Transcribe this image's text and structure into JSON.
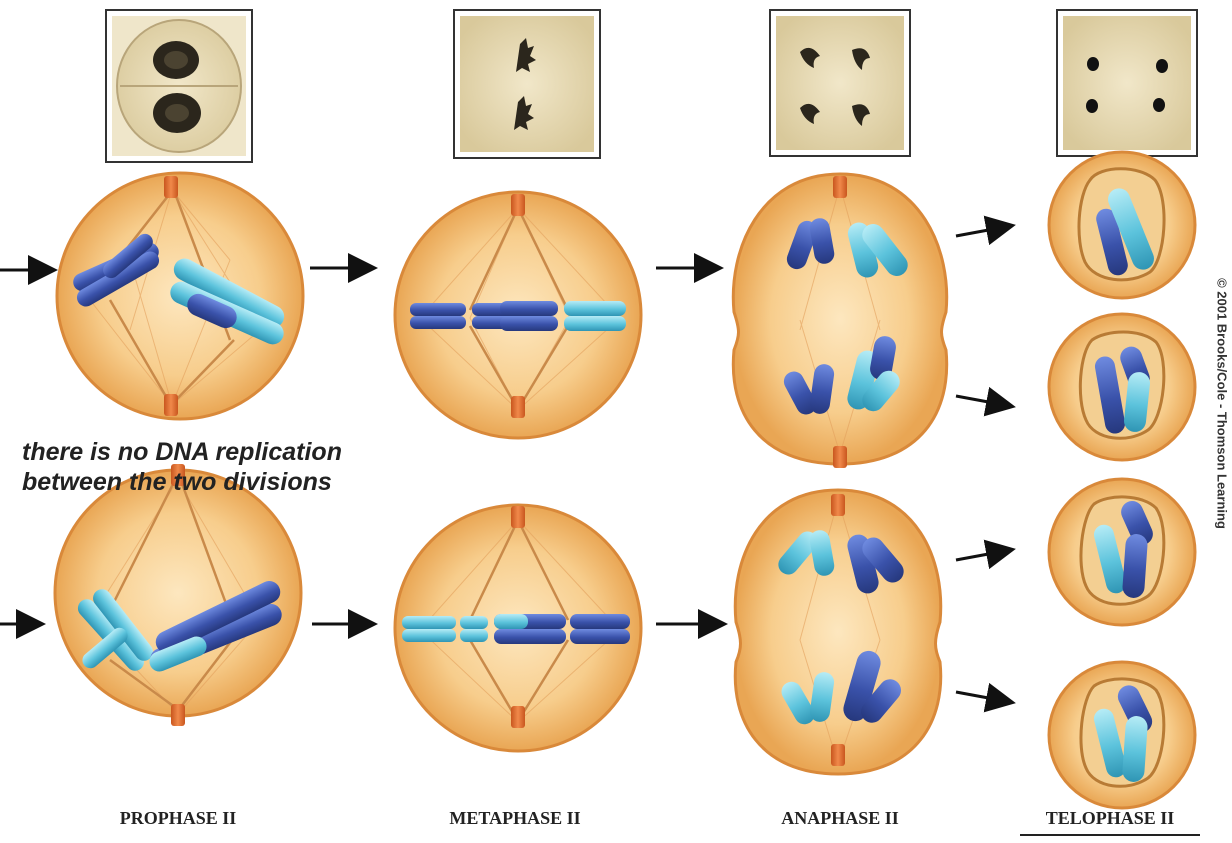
{
  "note": {
    "line1": "there is no DNA replication",
    "line2": "between the two divisions"
  },
  "phases": [
    {
      "label": "PROPHASE II"
    },
    {
      "label": "METAPHASE II"
    },
    {
      "label": "ANAPHASE II"
    },
    {
      "label": "TELOPHASE II"
    }
  ],
  "copyright": "© 2001 Brooks/Cole - Thomson Learning",
  "colors": {
    "cell_fill": "#f6c57e",
    "cell_edge": "#d98a33",
    "chromosome_dark": "#3d56b0",
    "chromosome_light": "#5ec2dc",
    "centrosome": "#e8742e",
    "photo_bg": "#ece0bf",
    "arrow": "#111111"
  }
}
